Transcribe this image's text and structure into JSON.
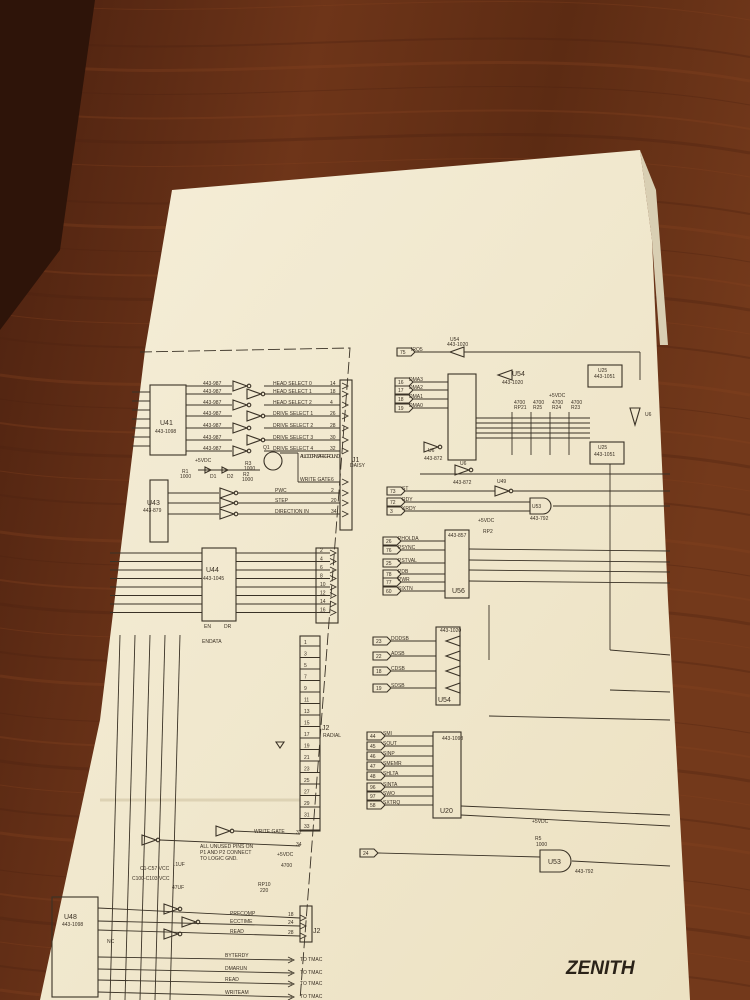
{
  "colors": {
    "wood": "#6b3418",
    "paper": "#f2ead0",
    "ink": "#3a3024"
  },
  "left": {
    "u41": {
      "ref": "U41",
      "part": "443-1098"
    },
    "gate_part": "443-987",
    "j1_outputs": [
      {
        "label": "HEAD SELECT 0",
        "pin": "14"
      },
      {
        "label": "HEAD SELECT 1",
        "pin": "18"
      },
      {
        "label": "HEAD SELECT 2",
        "pin": "4"
      },
      {
        "label": "DRIVE SELECT 1",
        "pin": "26"
      },
      {
        "label": "DRIVE SELECT 2",
        "pin": "28"
      },
      {
        "label": "DRIVE SELECT 3",
        "pin": "30"
      },
      {
        "label": "DRIVE SELECT 4",
        "pin": "32"
      }
    ],
    "j1": {
      "ref": "J1",
      "sub": "DAISY"
    },
    "odd_pins_note": "ALL ODD PINS ARE GROUND",
    "q1": "Q1",
    "vcc": "+5VDC",
    "r1": {
      "ref": "R1",
      "value": "1000"
    },
    "r2": {
      "ref": "R2",
      "value": "1000"
    },
    "r3": {
      "ref": "R3",
      "value": "1000"
    },
    "d1": "D1",
    "d2": "D2",
    "write_gate": {
      "label": "WRITE GATE",
      "pin": "6"
    },
    "u43": {
      "ref": "U43",
      "part": "443-879"
    },
    "u43_outputs": [
      {
        "label": "PWC",
        "pin": "2"
      },
      {
        "label": "STEP",
        "pin": "20"
      },
      {
        "label": "DIRECTION IN",
        "pin": "34"
      }
    ],
    "u44": {
      "ref": "U44",
      "part": "443-1045",
      "en": "EN",
      "dr": "DR",
      "endata": "ENDATA"
    },
    "u44_pins": [
      "2",
      "4",
      "6",
      "8",
      "10",
      "12",
      "14",
      "16"
    ],
    "j2": {
      "ref": "J2",
      "sub": "RADIAL"
    },
    "j2_pins": [
      "1",
      "3",
      "5",
      "7",
      "9",
      "11",
      "13",
      "15",
      "17",
      "19",
      "21",
      "23",
      "25",
      "27",
      "29",
      "31",
      "33"
    ],
    "bottom": {
      "write_gate": {
        "label": "WRITE GATE",
        "pin": "32"
      },
      "pin34": "34",
      "note": [
        "ALL UNUSED PINS ON",
        "P1 AND P2 CONNECT",
        "TO LOGIC GND."
      ],
      "cap1": {
        "label": "C1-C57 VCC",
        "value": ".1UF"
      },
      "cap2": {
        "label": "C100-C103 VCC",
        "value": "47UF"
      },
      "vcc": "+5VDC",
      "r4700": "4700",
      "rp10": {
        "ref": "RP10",
        "value": "220"
      },
      "u48": {
        "ref": "U48",
        "part": "443-1098",
        "nc": "NC"
      },
      "j2_signals": [
        {
          "label": "PRECOMP",
          "pin": "18"
        },
        {
          "label": "ECCTIME",
          "pin": "24"
        },
        {
          "label": "READ",
          "pin": "28"
        }
      ],
      "j2": "J2",
      "tmac_signals": [
        {
          "label": "BYTERDY",
          "dest": "TO TMAC"
        },
        {
          "label": "DMARUN",
          "dest": "TO TMAC"
        },
        {
          "label": "READ",
          "dest": "TO TMAC"
        },
        {
          "label": "WRITEAM",
          "dest": "TO TMAC"
        }
      ]
    }
  },
  "right": {
    "u54_top": {
      "ref": "U54",
      "part": "443-1020"
    },
    "irq": {
      "pin": "75",
      "label": "IRQ5"
    },
    "dma_inputs": [
      {
        "pin": "16",
        "label": "DMA3"
      },
      {
        "pin": "17",
        "label": "DMA2"
      },
      {
        "pin": "18",
        "label": "DMA1"
      },
      {
        "pin": "19",
        "label": "DMA0"
      }
    ],
    "u54_mid": {
      "ref": "U54",
      "part": "443-1020"
    },
    "u25a": {
      "ref": "U25",
      "part": "443-1051"
    },
    "u25b": {
      "ref": "U25",
      "part": "443-1051"
    },
    "u6_right": "U6",
    "u6a": {
      "ref": "U6",
      "part": "443-872"
    },
    "u6b": {
      "ref": "U6",
      "part": "443-872"
    },
    "vcc": "+5VDC",
    "resistors": [
      {
        "value": "4700",
        "ref": "RP21"
      },
      {
        "value": "4700",
        "ref": "R25"
      },
      {
        "value": "4700",
        "ref": "R24"
      },
      {
        "value": "4700",
        "ref": "R23"
      }
    ],
    "u49": "U49",
    "ctrl_inputs": [
      {
        "pin": "73",
        "label": "ST"
      },
      {
        "pin": "72",
        "label": "RDY"
      },
      {
        "pin": "3",
        "label": "XRDY"
      }
    ],
    "u53": {
      "ref": "U53",
      "part": "443-792"
    },
    "u56": {
      "ref": "U56",
      "part": "443-857",
      "rp": "RP2"
    },
    "u56_inputs": [
      {
        "pin": "26",
        "label": "PHOLDA"
      },
      {
        "pin": "76",
        "label": "PSYNC"
      },
      {
        "pin": "25",
        "label": "PSTVAL"
      },
      {
        "pin": "78",
        "label": "PDB"
      },
      {
        "pin": "77",
        "label": "PWR"
      },
      {
        "pin": "60",
        "label": "SIXTN"
      }
    ],
    "u54_low": {
      "ref": "U54",
      "part": "443-1020"
    },
    "u54_inputs": [
      {
        "pin": "23",
        "label": "DODSB"
      },
      {
        "pin": "22",
        "label": "ADSB"
      },
      {
        "pin": "18",
        "label": "CDSB"
      },
      {
        "pin": "19",
        "label": "SDSB"
      }
    ],
    "u20": {
      "ref": "U20",
      "part": "443-1098"
    },
    "u20_inputs": [
      {
        "pin": "44",
        "label": "SMI"
      },
      {
        "pin": "45",
        "label": "SOUT"
      },
      {
        "pin": "46",
        "label": "SINP"
      },
      {
        "pin": "47",
        "label": "SMEMR"
      },
      {
        "pin": "48",
        "label": "SHLTA"
      },
      {
        "pin": "96",
        "label": "SINTA"
      },
      {
        "pin": "97",
        "label": "SWO"
      },
      {
        "pin": "58",
        "label": "SXTRQ"
      }
    ],
    "bottom_input": "24",
    "r5": {
      "ref": "R5",
      "value": "1000"
    },
    "vcc2": "+5VDC",
    "u53b": {
      "ref": "U53",
      "part": "443-792"
    }
  },
  "logo": "ZENITH"
}
